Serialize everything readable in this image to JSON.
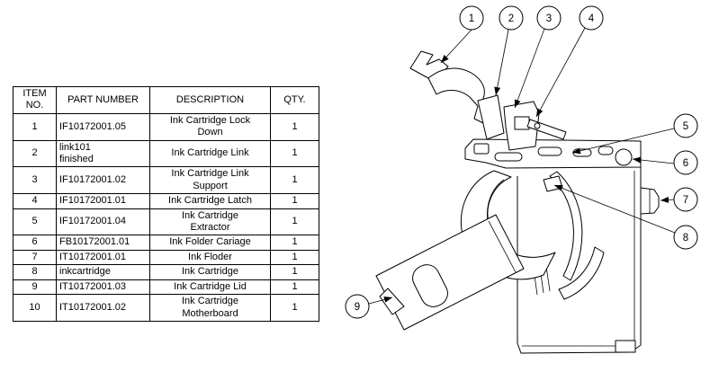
{
  "bom_table": {
    "headers": {
      "item": "ITEM\nNO.",
      "part": "PART NUMBER",
      "desc": "DESCRIPTION",
      "qty": "QTY."
    },
    "rows": [
      {
        "item": "1",
        "part": "IF10172001.05",
        "desc": "Ink Cartridge Lock\nDown",
        "qty": "1"
      },
      {
        "item": "2",
        "part": "link101\nfinished",
        "desc": "Ink Cartridge Link",
        "qty": "1"
      },
      {
        "item": "3",
        "part": "IF10172001.02",
        "desc": "Ink Cartridge Link\nSupport",
        "qty": "1"
      },
      {
        "item": "4",
        "part": "IF10172001.01",
        "desc": "Ink Cartridge Latch",
        "qty": "1"
      },
      {
        "item": "5",
        "part": "IF10172001.04",
        "desc": "Ink Cartridge\nExtractor",
        "qty": "1"
      },
      {
        "item": "6",
        "part": "FB10172001.01",
        "desc": "Ink Folder Cariage",
        "qty": "1"
      },
      {
        "item": "7",
        "part": "IT10172001.01",
        "desc": "Ink Floder",
        "qty": "1"
      },
      {
        "item": "8",
        "part": "inkcartridge",
        "desc": "Ink Cartridge",
        "qty": "1"
      },
      {
        "item": "9",
        "part": "IT10172001.03",
        "desc": "Ink Cartridge Lid",
        "qty": "1"
      },
      {
        "item": "10",
        "part": "IT10172001.02",
        "desc": "Ink Cartridge\nMotherboard",
        "qty": "1"
      }
    ]
  },
  "balloons": [
    "1",
    "2",
    "3",
    "4",
    "5",
    "6",
    "7",
    "8",
    "9"
  ],
  "colors": {
    "line": "#000000",
    "background": "#ffffff"
  }
}
